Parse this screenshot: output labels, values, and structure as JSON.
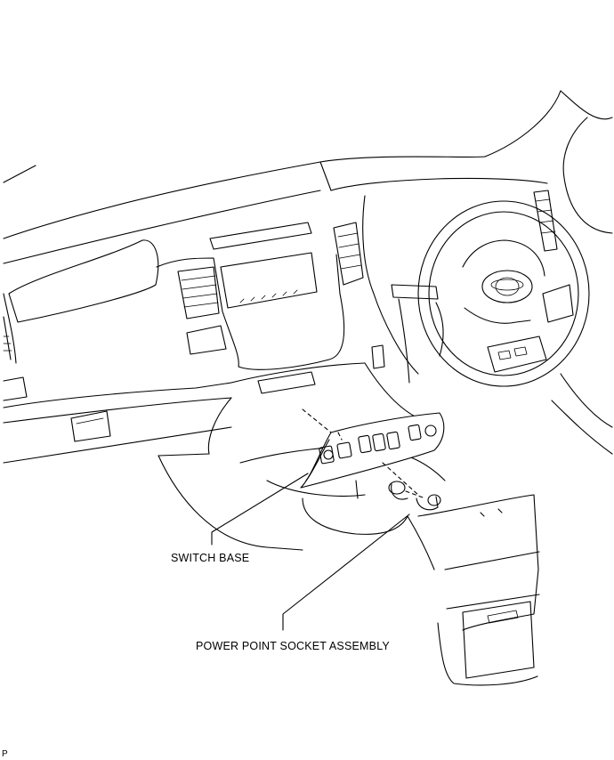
{
  "labels": {
    "switch_base": "SWITCH BASE",
    "power_point": "POWER POINT SOCKET ASSEMBLY",
    "corner": "P"
  },
  "colors": {
    "line": "#000000",
    "background": "#ffffff"
  }
}
